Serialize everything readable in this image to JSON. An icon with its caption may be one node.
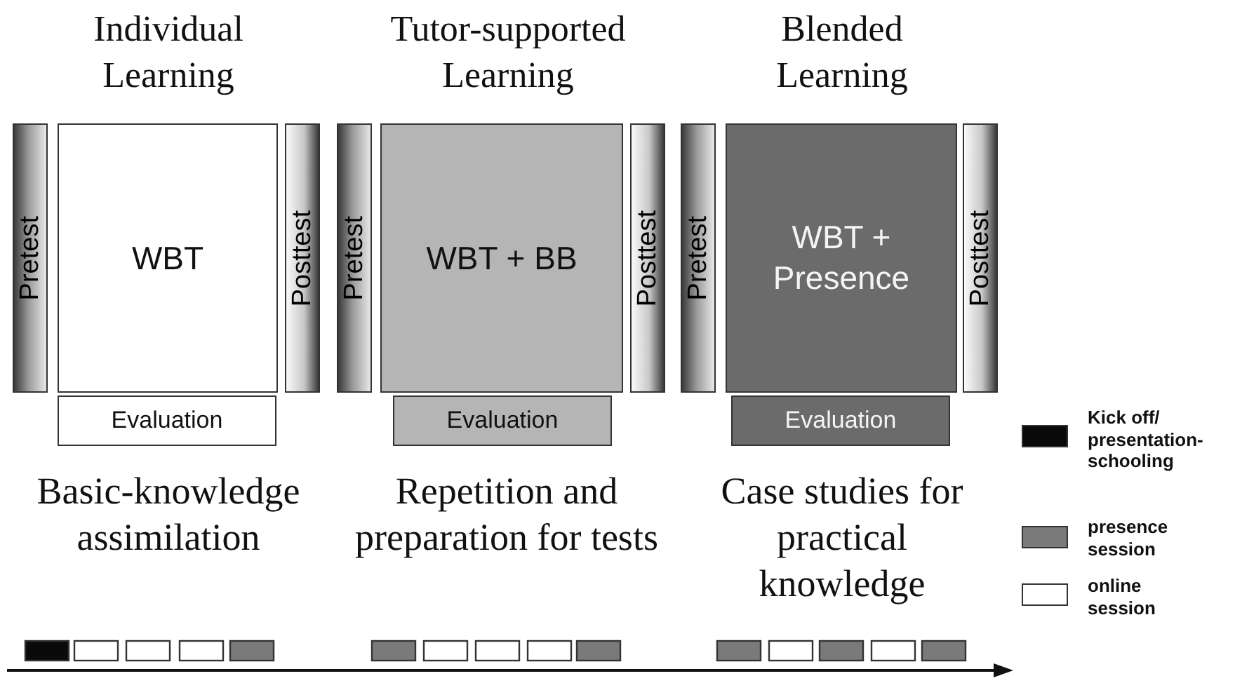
{
  "diagram": {
    "nodes": [
      {
        "text": [
          "Pretest"
        ]
      },
      {
        "text": [
          "WBT"
        ]
      },
      {
        "text": [
          "Posttest"
        ]
      },
      {
        "text": [
          "Evaluation"
        ]
      },
      {
        "text": [
          "Pretest"
        ]
      },
      {
        "text": [
          "WBT + BB"
        ]
      },
      {
        "text": [
          "Posttest"
        ]
      },
      {
        "text": [
          "Evaluation"
        ]
      },
      {
        "text": [
          "Pretest"
        ]
      },
      {
        "text": [
          "WBT + Presence"
        ]
      },
      {
        "text": [
          "Posttest"
        ]
      },
      {
        "text": [
          "Evaluation"
        ]
      }
    ],
    "labels": [
      "Individual Learning",
      "Tutor-supported Learning",
      "Blended Learning",
      "Basic-knowledge assimilation",
      "Repetition and preparation for tests",
      "Case studies for practical knowledge"
    ],
    "legend": [
      {
        "text": "Kick off/ presentation-schooling",
        "color": "#0a0a0a"
      },
      {
        "text": "presence session",
        "color": "#7a7a7a"
      },
      {
        "text": "online session",
        "color": "#ffffff"
      }
    ]
  }
}
